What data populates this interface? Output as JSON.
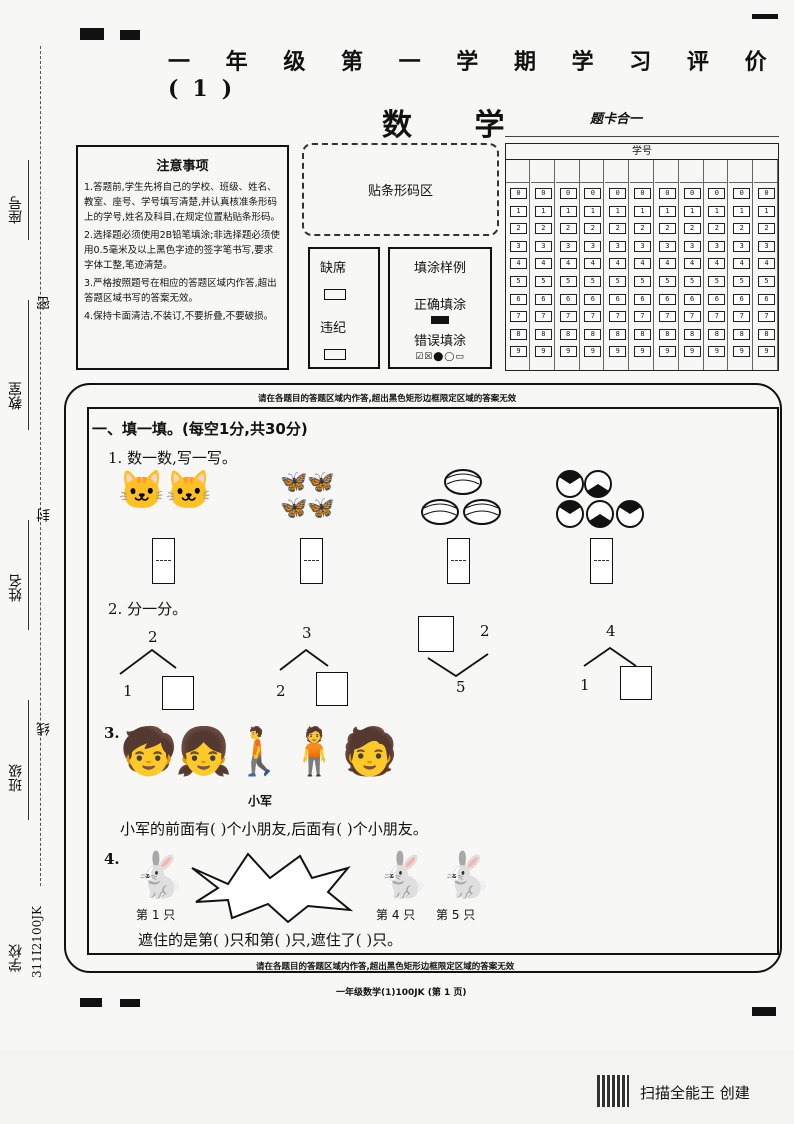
{
  "header": {
    "title": "一 年 级 第 一 学 期 学 习 评 价 (1)",
    "subject": "数 学",
    "combo": "题卡合一"
  },
  "notes": {
    "heading": "注意事项",
    "items": [
      "1.答题前,学生先将自己的学校、班级、姓名、教室、座号、学号填写清楚,并认真核准条形码上的学号,姓名及科目,在规定位置粘贴条形码。",
      "2.选择题必须使用2B铅笔填涂;非选择题必须使用0.5毫米及以上黑色字迹的签字笔书写,要求字体工整,笔迹清楚。",
      "3.严格按照题号在相应的答题区域内作答,超出答题区域书写的答案无效。",
      "4.保持卡面清洁,不装订,不要折叠,不要破损。"
    ]
  },
  "barcode": {
    "label": "贴条形码区"
  },
  "absence": {
    "absent": "缺席",
    "violation": "违纪"
  },
  "fill_sample": {
    "title": "填涂样例",
    "correct": "正确填涂",
    "wrong": "错误填涂"
  },
  "student_id": {
    "label": "学号",
    "digits": [
      "0",
      "1",
      "2",
      "3",
      "4",
      "5",
      "6",
      "7",
      "8",
      "9"
    ],
    "columns": 11
  },
  "margin": {
    "seat": "座号",
    "classroom": "教室",
    "name": "姓名",
    "class": "班级",
    "school": "学校",
    "seal": "密",
    "seal2": "封",
    "seal3": "线",
    "code": "311I2100JK"
  },
  "warning": "请在各题目的答题区域内作答,超出黑色矩形边框限定区域的答案无效",
  "section1": {
    "heading": "一、填一填。(每空1分,共30分)"
  },
  "q1": {
    "label": "1. 数一数,写一写。"
  },
  "q2": {
    "label": "2. 分一分。",
    "trees": [
      {
        "top": "2",
        "left": "1"
      },
      {
        "top": "3",
        "left": "2"
      },
      {
        "top": "2",
        "bottom": "5"
      },
      {
        "top": "4",
        "left": "1"
      }
    ]
  },
  "q3": {
    "label": "3.",
    "name": "小军",
    "sentence": "小军的前面有(        )个小朋友,后面有(        )个小朋友。"
  },
  "q4": {
    "label": "4.",
    "first": "第 1 只",
    "fourth": "第 4 只",
    "fifth": "第 5 只",
    "sentence": "遮住的是第(        )只和第(        )只,遮住了(        )只。"
  },
  "footer": {
    "page": "一年级数学(1)100JK (第 1 页)",
    "scanner": "扫描全能王 创建"
  }
}
